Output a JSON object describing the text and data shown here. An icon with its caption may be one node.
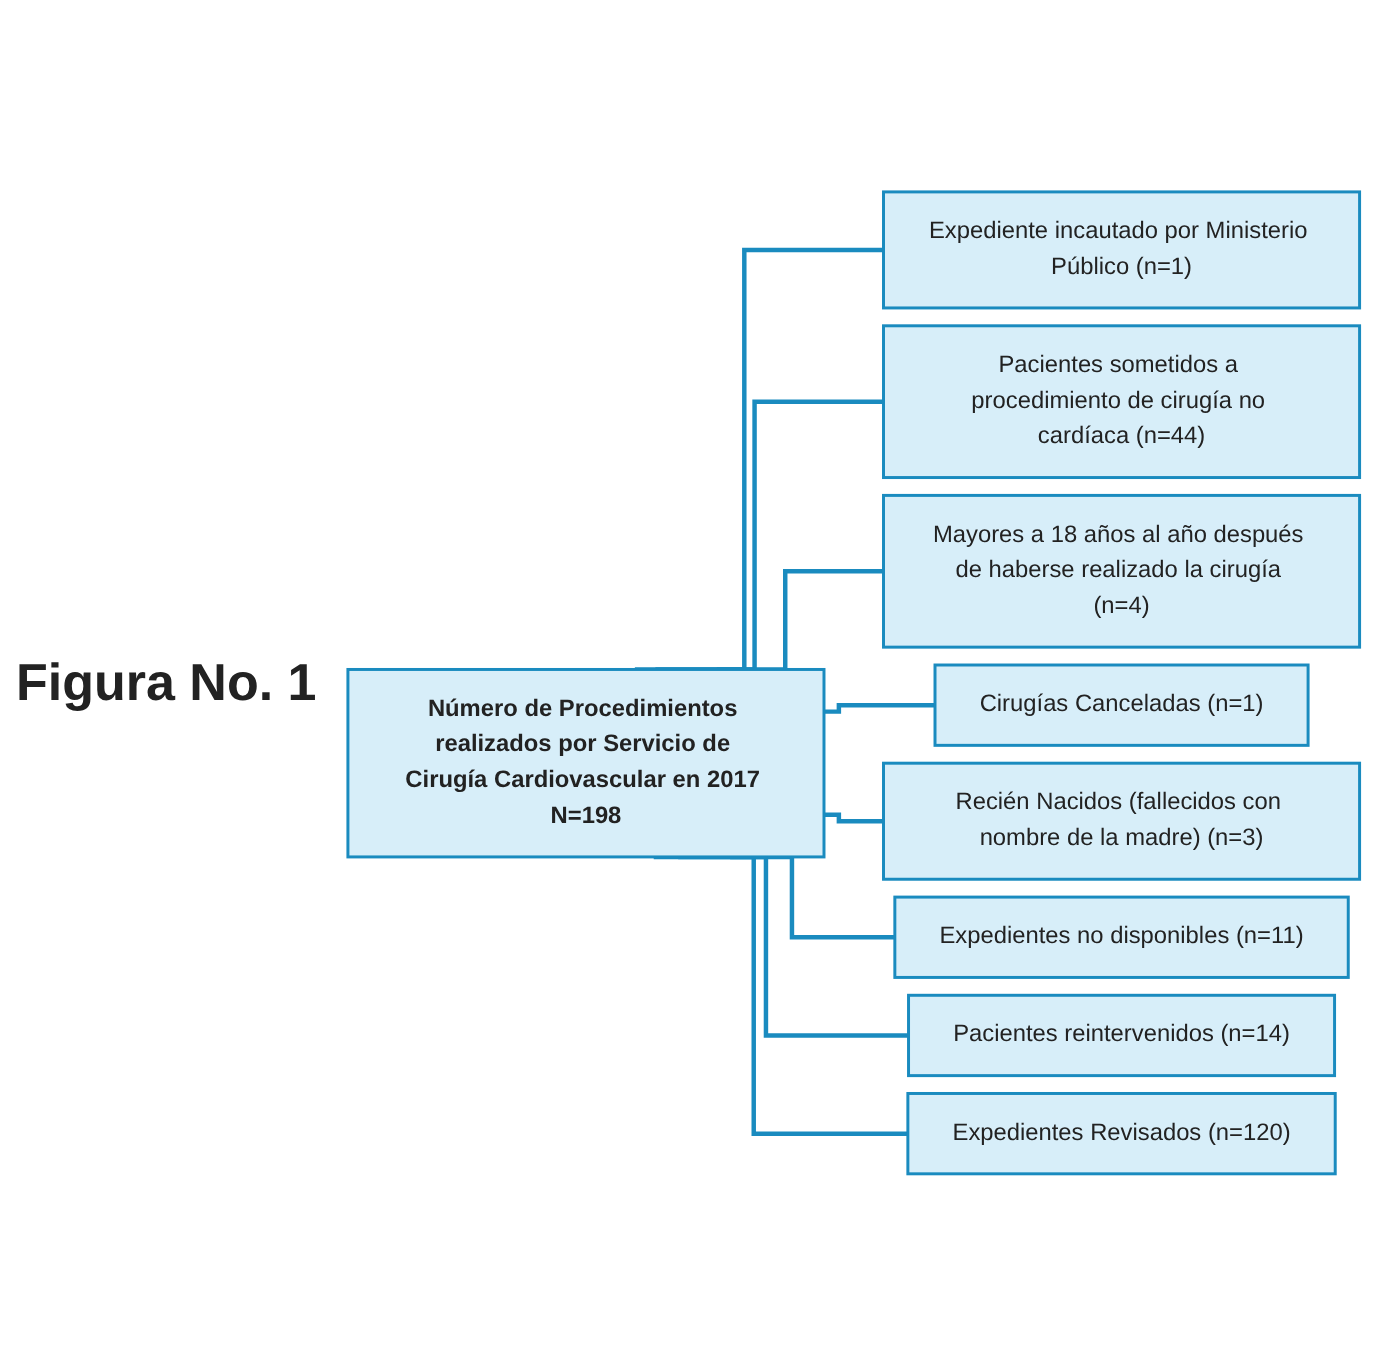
{
  "diagram": {
    "nodes": [
      {
        "text": [
          "Número de Procedimientos realizados por Servicio de Cirugía Cardiovascular en 2017 N=198"
        ]
      },
      {
        "text": [
          "Expediente incautado por Ministerio Público (n=1)"
        ]
      },
      {
        "text": [
          "Pacientes sometidos a procedimiento de cirugía no cardíaca (n=44)"
        ]
      },
      {
        "text": [
          "Mayores a 18 años al año después de haberse realizado la cirugía (n=4)"
        ]
      },
      {
        "text": [
          "Cirugías Canceladas (n=1)"
        ]
      },
      {
        "text": [
          "Recién Nacidos (fallecidos con nombre de la madre) (n=3)"
        ]
      },
      {
        "text": [
          "Expedientes no disponibles (n=11)"
        ]
      },
      {
        "text": [
          "Pacientes reintervenidos (n=14)"
        ]
      },
      {
        "text": [
          "Expedientes Revisados (n=120)"
        ]
      }
    ],
    "edges": [
      {
        "from": 0,
        "to": 1,
        "arrow": "none"
      },
      {
        "from": 0,
        "to": 2,
        "arrow": "none"
      },
      {
        "from": 0,
        "to": 3,
        "arrow": "none"
      },
      {
        "from": 0,
        "to": 4,
        "arrow": "none"
      },
      {
        "from": 0,
        "to": 5,
        "arrow": "none"
      },
      {
        "from": 0,
        "to": 6,
        "arrow": "none"
      },
      {
        "from": 0,
        "to": 7,
        "arrow": "none"
      },
      {
        "from": 0,
        "to": 8,
        "arrow": "none"
      }
    ],
    "labels": [
      "Figura No. 1"
    ]
  }
}
